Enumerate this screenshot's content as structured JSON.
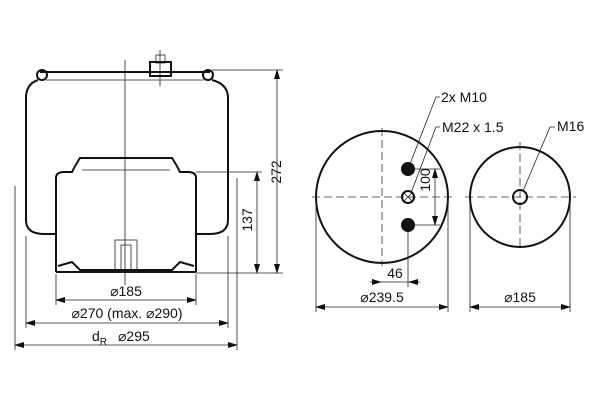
{
  "side_view": {
    "dim_height_total": "272",
    "dim_height_piston": "137",
    "dim_piston_dia": "⌀185",
    "dim_bellows_dia": "⌀270 (max. ⌀290)",
    "dim_roll_dia_prefix": "d",
    "dim_roll_dia_sub": "R",
    "dim_roll_dia": "⌀295"
  },
  "top_view": {
    "label_bolts": "2x M10",
    "label_air_port": "M22 x 1.5",
    "dim_hole_spacing": "100",
    "dim_offset": "46",
    "dim_plate_dia": "⌀239.5"
  },
  "bottom_view": {
    "label_thread": "M16",
    "dim_piston_dia": "⌀185"
  }
}
